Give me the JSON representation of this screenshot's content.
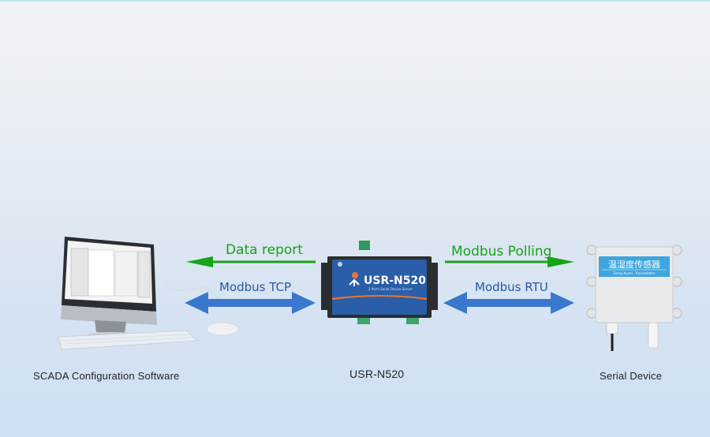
{
  "diagram": {
    "left_node": {
      "caption": "SCADA Configuration Software",
      "icon": "computer-icon"
    },
    "center_node": {
      "caption": "USR-N520",
      "model": "USR-N520",
      "subtitle": "2 Ports Serial Device Server",
      "icon": "serial-server-icon"
    },
    "right_node": {
      "caption": "Serial Device",
      "panel_cn": "温湿度传感器",
      "panel_en": "Temp.humi. Transmitter",
      "icon": "sensor-icon"
    },
    "links": {
      "left_top": {
        "label": "Data report",
        "direction": "to-left",
        "color": "#17a317"
      },
      "left_bottom": {
        "label": "Modbus TCP",
        "direction": "bidirectional",
        "color": "#3a78cf"
      },
      "right_top": {
        "label": "Modbus Polling",
        "direction": "to-right",
        "color": "#17a317"
      },
      "right_bottom": {
        "label": "Modbus RTU",
        "direction": "bidirectional",
        "color": "#3a78cf"
      }
    },
    "colors": {
      "device_blue": "#2a5ea8",
      "device_orange": "#e8772e",
      "arrow_green": "#17a317",
      "arrow_blue": "#3a78cf"
    }
  }
}
